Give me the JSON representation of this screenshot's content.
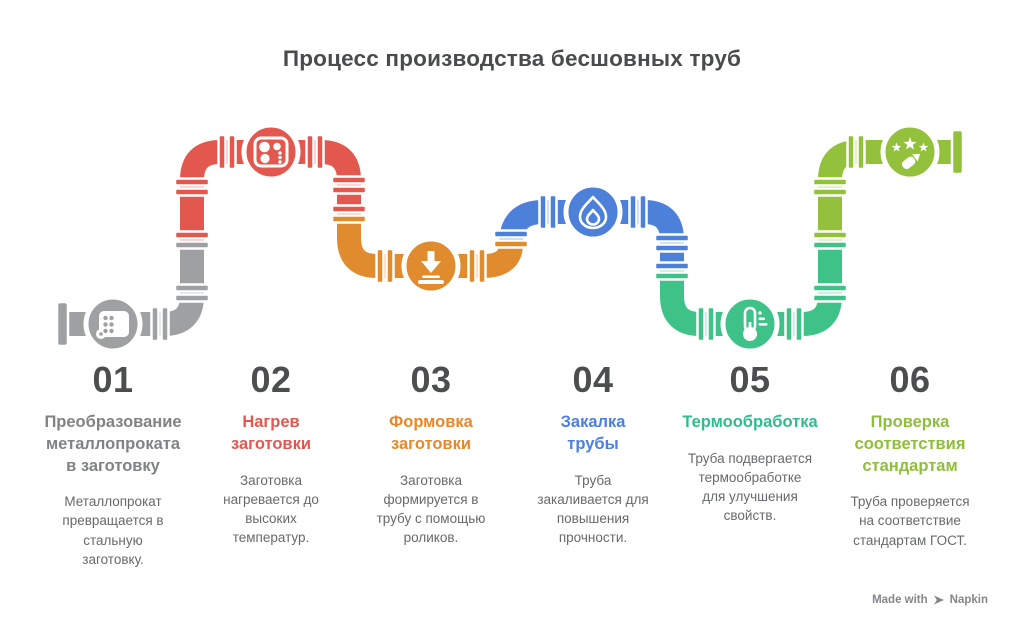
{
  "title": "Процесс производства бесшовных труб",
  "theme": {
    "background": "#FFFFFF",
    "heading_color": "#4A4B4D",
    "number_color": "#4C4D4F",
    "description_color": "#68696C",
    "footer_color": "#85868A"
  },
  "stages": [
    {
      "number": "01",
      "title": "Преобразование\nметаллопроката\nв заготовку",
      "description": "Металлопрокат\nпревращается в\nстальную\nзаготовку.",
      "color": "#9EA0A2",
      "title_color": "#818285",
      "icon": "rolled-metal-sheet"
    },
    {
      "number": "02",
      "title": "Нагрев\nзаготовки",
      "description": "Заготовка\nнагревается до\nвысоких\nтемператур.",
      "color": "#E2584F",
      "title_color": "#E2574F",
      "icon": "furnace-cooktop"
    },
    {
      "number": "03",
      "title": "Формовка\nзаготовки",
      "description": "Заготовка\nформируется в\nтрубу с помощью\nроликов.",
      "color": "#E08C2E",
      "title_color": "#E8872B",
      "icon": "press-down-arrow"
    },
    {
      "number": "04",
      "title": "Закалка\nтрубы",
      "description": "Труба\nзакаливается для\nповышения\nпрочности.",
      "color": "#4C80D9",
      "title_color": "#4B80E2",
      "icon": "flame-quench"
    },
    {
      "number": "05",
      "title": "Термообработка",
      "description": "Труба подвергается\nтермообработке\nдля улучшения\nсвойств.",
      "color": "#3EC287",
      "title_color": "#2EBD8B",
      "icon": "thermometer"
    },
    {
      "number": "06",
      "title": "Проверка\nсоответствия\nстандартам",
      "description": "Труба проверяется\nна соответствие\nстандартам ГОСТ.",
      "color": "#93C13C",
      "title_color": "#8FBE3B",
      "icon": "quality-stars-certificate"
    }
  ],
  "footer": {
    "made_with": "Made with",
    "brand": "Napkin"
  }
}
